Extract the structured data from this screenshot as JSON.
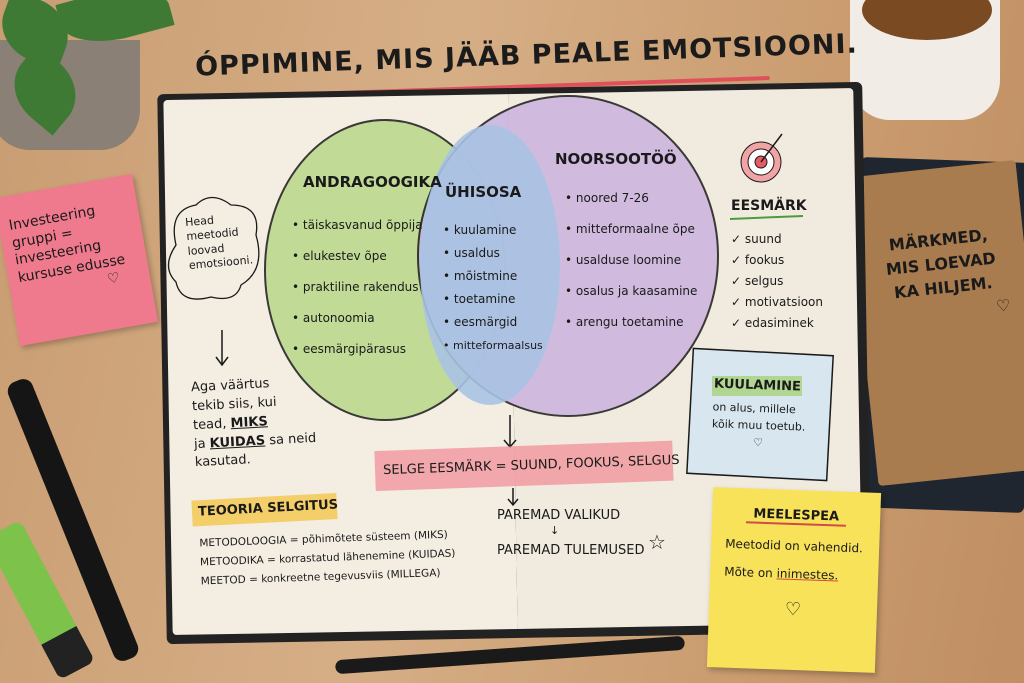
{
  "title": "ÓPPIMINE, MIS JÄÄB PEALE EMOTSIOONI.",
  "sticky_pink": {
    "text": "Investeering gruppi = investeering kursuse edusse",
    "icon": "heart-icon"
  },
  "cloud": {
    "text": "Head meetodid loovad emotsiooni."
  },
  "left_note": {
    "line1": "Aga väärtus",
    "line2": "tekib siis, kui",
    "line3": "tead,",
    "miks": "MIKS",
    "line4": "ja",
    "kuidas": "KUIDAS",
    "line5": "sa neid",
    "line6": "kasutad."
  },
  "venn": {
    "left": {
      "title": "ANDRAGOOGIKA",
      "items": [
        "täiskasvanud õppija",
        "elukestev õpe",
        "praktiline rakendus",
        "autonoomia",
        "eesmärgipärasus"
      ],
      "color": "#b9d98a"
    },
    "middle": {
      "title": "ÜHISOSA",
      "items": [
        "kuulamine",
        "usaldus",
        "mõistmine",
        "toetamine",
        "eesmärgid",
        "mitteformaalsus"
      ],
      "color": "#a9c3e3"
    },
    "right": {
      "title": "NOORSOOTÖÖ",
      "items": [
        "noored 7-26",
        "mitteformaalne õpe",
        "usalduse loomine",
        "osalus ja kaasamine",
        "arengu toetamine"
      ],
      "color": "#cbb3e0"
    }
  },
  "eesmark": {
    "title": "EESMÄRK",
    "items": [
      "suund",
      "fookus",
      "selgus",
      "motivatsioon",
      "edasiminek"
    ],
    "icon": "target-icon"
  },
  "kuulamine": {
    "title": "KUULAMINE",
    "text1": "on alus, millele",
    "text2": "kõik muu toetub."
  },
  "banner": "SELGE EESMÄRK = SUUND, FOOKUS, SELGUS",
  "flow": [
    "PAREMAD VALIKUD",
    "PAREMAD TULEMUSED"
  ],
  "theory": {
    "title": "TEOORIA SELGITUS",
    "lines": [
      "METODOLOOGIA = põhimõtete süsteem (MIKS)",
      "METOODIKA = korrastatud lähenemine (KUIDAS)",
      "MEETOD = konkreetne tegevusviis (MILLEGA)"
    ]
  },
  "sticky_yellow": {
    "title": "MEELESPEA",
    "line1": "Meetodid on vahendid.",
    "line2a": "Mõte on ",
    "line2b": "inimestes."
  },
  "book": {
    "text": "MÄRKMED, MIS LOEVAD KA HILJEM."
  }
}
